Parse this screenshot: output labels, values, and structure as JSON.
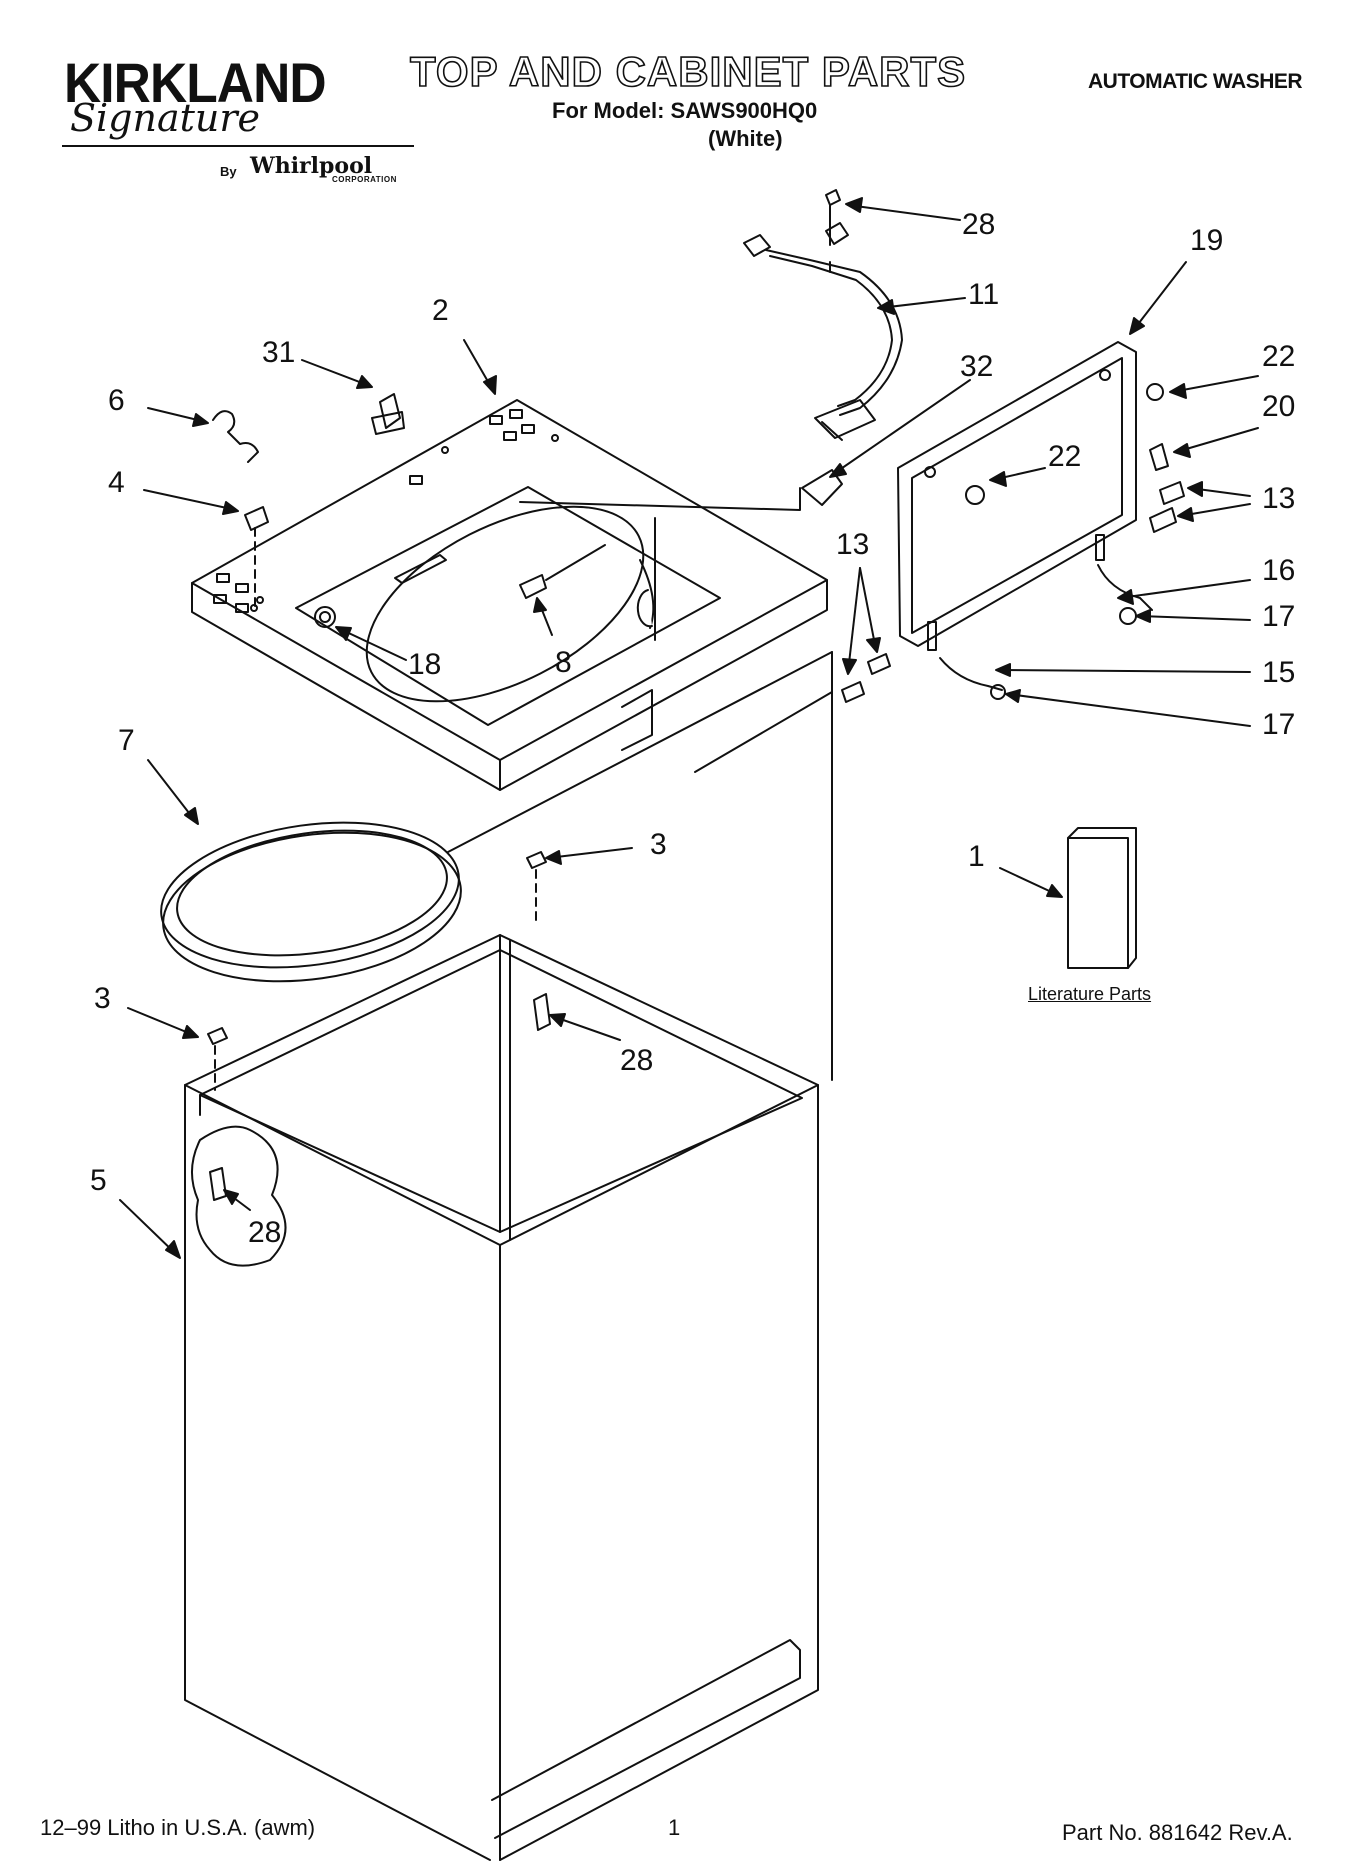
{
  "header": {
    "brand": "KIRKLAND",
    "brand_script": "Signature",
    "by": "By",
    "manufacturer": "Whirlpool",
    "manufacturer_sub": "CORPORATION",
    "title": "TOP AND CABINET PARTS",
    "model_line": "For Model: SAWS900HQ0",
    "color_line": "(White)",
    "appliance": "AUTOMATIC WASHER"
  },
  "literature_label": "Literature Parts",
  "callouts": {
    "c28a": "28",
    "c11": "11",
    "c19": "19",
    "c2": "2",
    "c31": "31",
    "c32": "32",
    "c22a": "22",
    "c6": "6",
    "c20": "20",
    "c22b": "22",
    "c4": "4",
    "c13a": "13",
    "c13b": "13",
    "c16": "16",
    "c17a": "17",
    "c18": "18",
    "c8": "8",
    "c15": "15",
    "c17b": "17",
    "c7": "7",
    "c3a": "3",
    "c1": "1",
    "c3b": "3",
    "c28b": "28",
    "c5": "5",
    "c28c": "28"
  },
  "footer": {
    "print_info": "12–99 Litho in U.S.A. (awm)",
    "page": "1",
    "part_no": "Part No. 881642 Rev.A."
  },
  "colors": {
    "ink": "#111111",
    "paper": "#ffffff"
  }
}
